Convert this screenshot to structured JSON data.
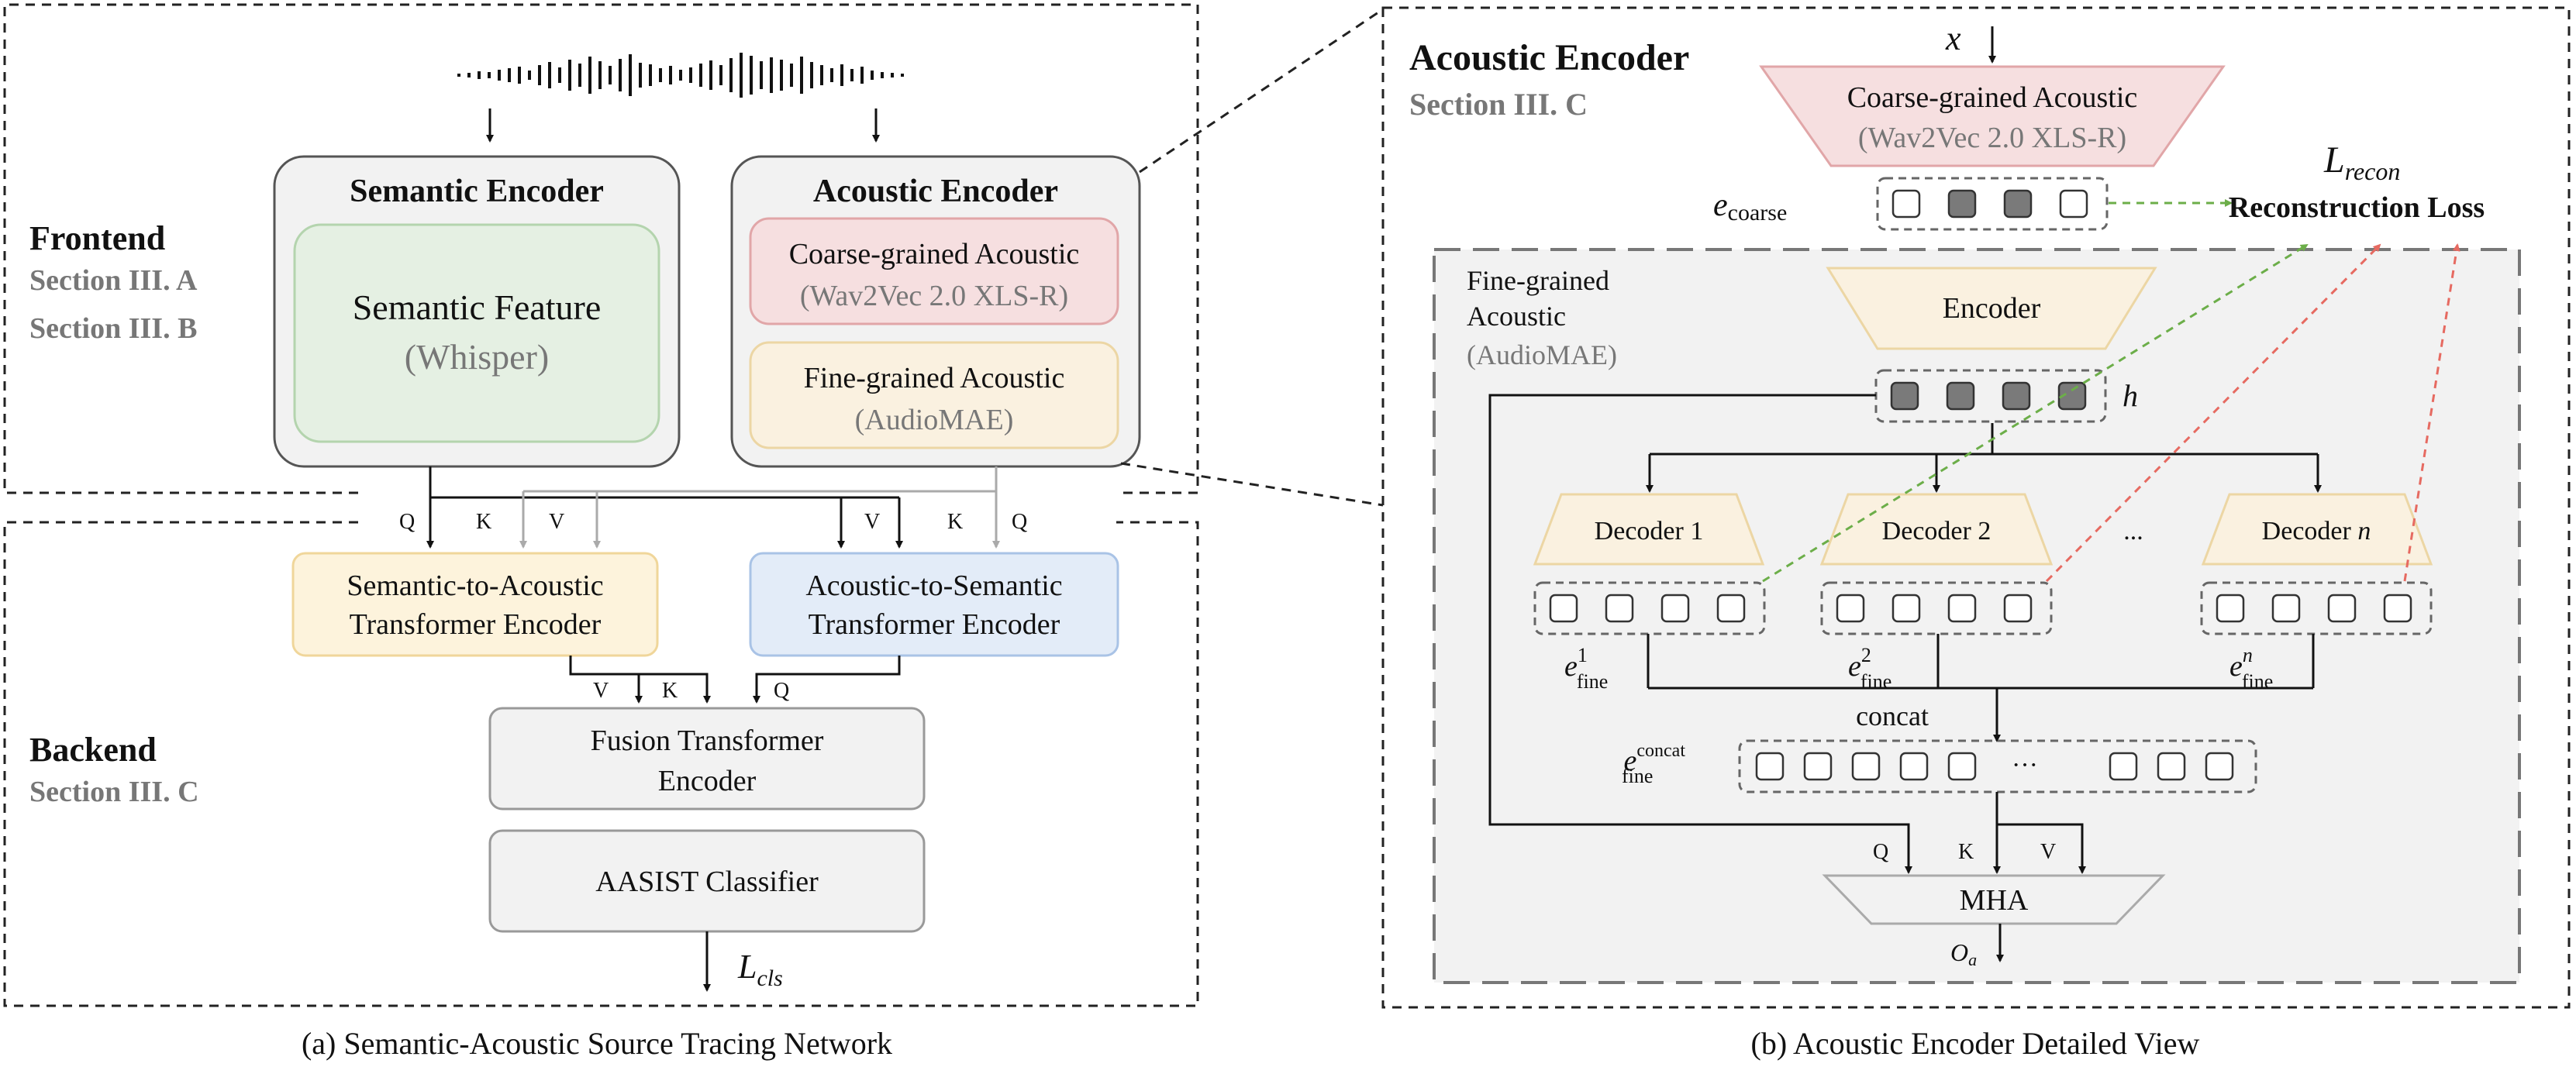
{
  "left": {
    "frontend_label": "Frontend",
    "frontend_sec1": "Section III. A",
    "frontend_sec2": "Section III. B",
    "backend_label": "Backend",
    "backend_sec": "Section III. C",
    "semantic_encoder": {
      "title": "Semantic Encoder",
      "feature": "Semantic Feature",
      "feature_sub": "(Whisper)"
    },
    "acoustic_encoder": {
      "title": "Acoustic Encoder",
      "coarse": "Coarse-grained Acoustic",
      "coarse_sub": "(Wav2Vec 2.0 XLS-R)",
      "fine": "Fine-grained Acoustic",
      "fine_sub": "(AudioMAE)"
    },
    "s2a_line1": "Semantic-to-Acoustic",
    "s2a_line2": "Transformer Encoder",
    "a2s_line1": "Acoustic-to-Semantic",
    "a2s_line2": "Transformer Encoder",
    "fusion_line1": "Fusion Transformer",
    "fusion_line2": "Encoder",
    "aasist": "AASIST Classifier",
    "loss_main": "L",
    "loss_sub": "cls",
    "qkv": {
      "q": "Q",
      "k": "K",
      "v": "V"
    },
    "caption": "(a) Semantic-Acoustic Source Tracing Network"
  },
  "right": {
    "title": "Acoustic Encoder",
    "section": "Section III. C",
    "x_label": "x",
    "coarse": "Coarse-grained Acoustic",
    "coarse_sub": "(Wav2Vec 2.0 XLS-R)",
    "e_coarse_main": "e",
    "e_coarse_sub": "coarse",
    "l_recon_main": "L",
    "l_recon_sub": "recon",
    "recon_loss": "Reconstruction Loss",
    "fine_line1": "Fine-grained",
    "fine_line2": "Acoustic",
    "fine_line3": "(AudioMAE)",
    "encoder": "Encoder",
    "h_label": "h",
    "decoder1": "Decoder 1",
    "decoder2": "Decoder 2",
    "dots": "...",
    "decoder_n_text": "Decoder ",
    "decoder_n_var": "n",
    "e_fine_main": "e",
    "e_fine_sub": "fine",
    "e_fine_sup1": "1",
    "e_fine_sup2": "2",
    "e_fine_supn": "n",
    "concat": "concat",
    "e_concat_sup": "concat",
    "concat_dots": "···",
    "mha": "MHA",
    "o_main": "O",
    "o_sub": "a",
    "qkv": {
      "q": "Q",
      "k": "K",
      "v": "V"
    },
    "caption": "(b) Acoustic Encoder Detailed View"
  },
  "colors": {
    "coarse_fill": "#f6dfe0",
    "coarse_stroke": "#e1a6a8",
    "fine_fill": "#faf1e0",
    "fine_stroke": "#ecd6a4",
    "semantic_fill": "#e5f0e3",
    "semantic_stroke": "#b4d4ae",
    "s2a_fill": "#fdf3dc",
    "s2a_stroke": "#f0d69a",
    "a2s_fill": "#e3ecf8",
    "a2s_stroke": "#a9c3e6",
    "green_dash": "#6cae49",
    "red_dash": "#e66a61"
  }
}
